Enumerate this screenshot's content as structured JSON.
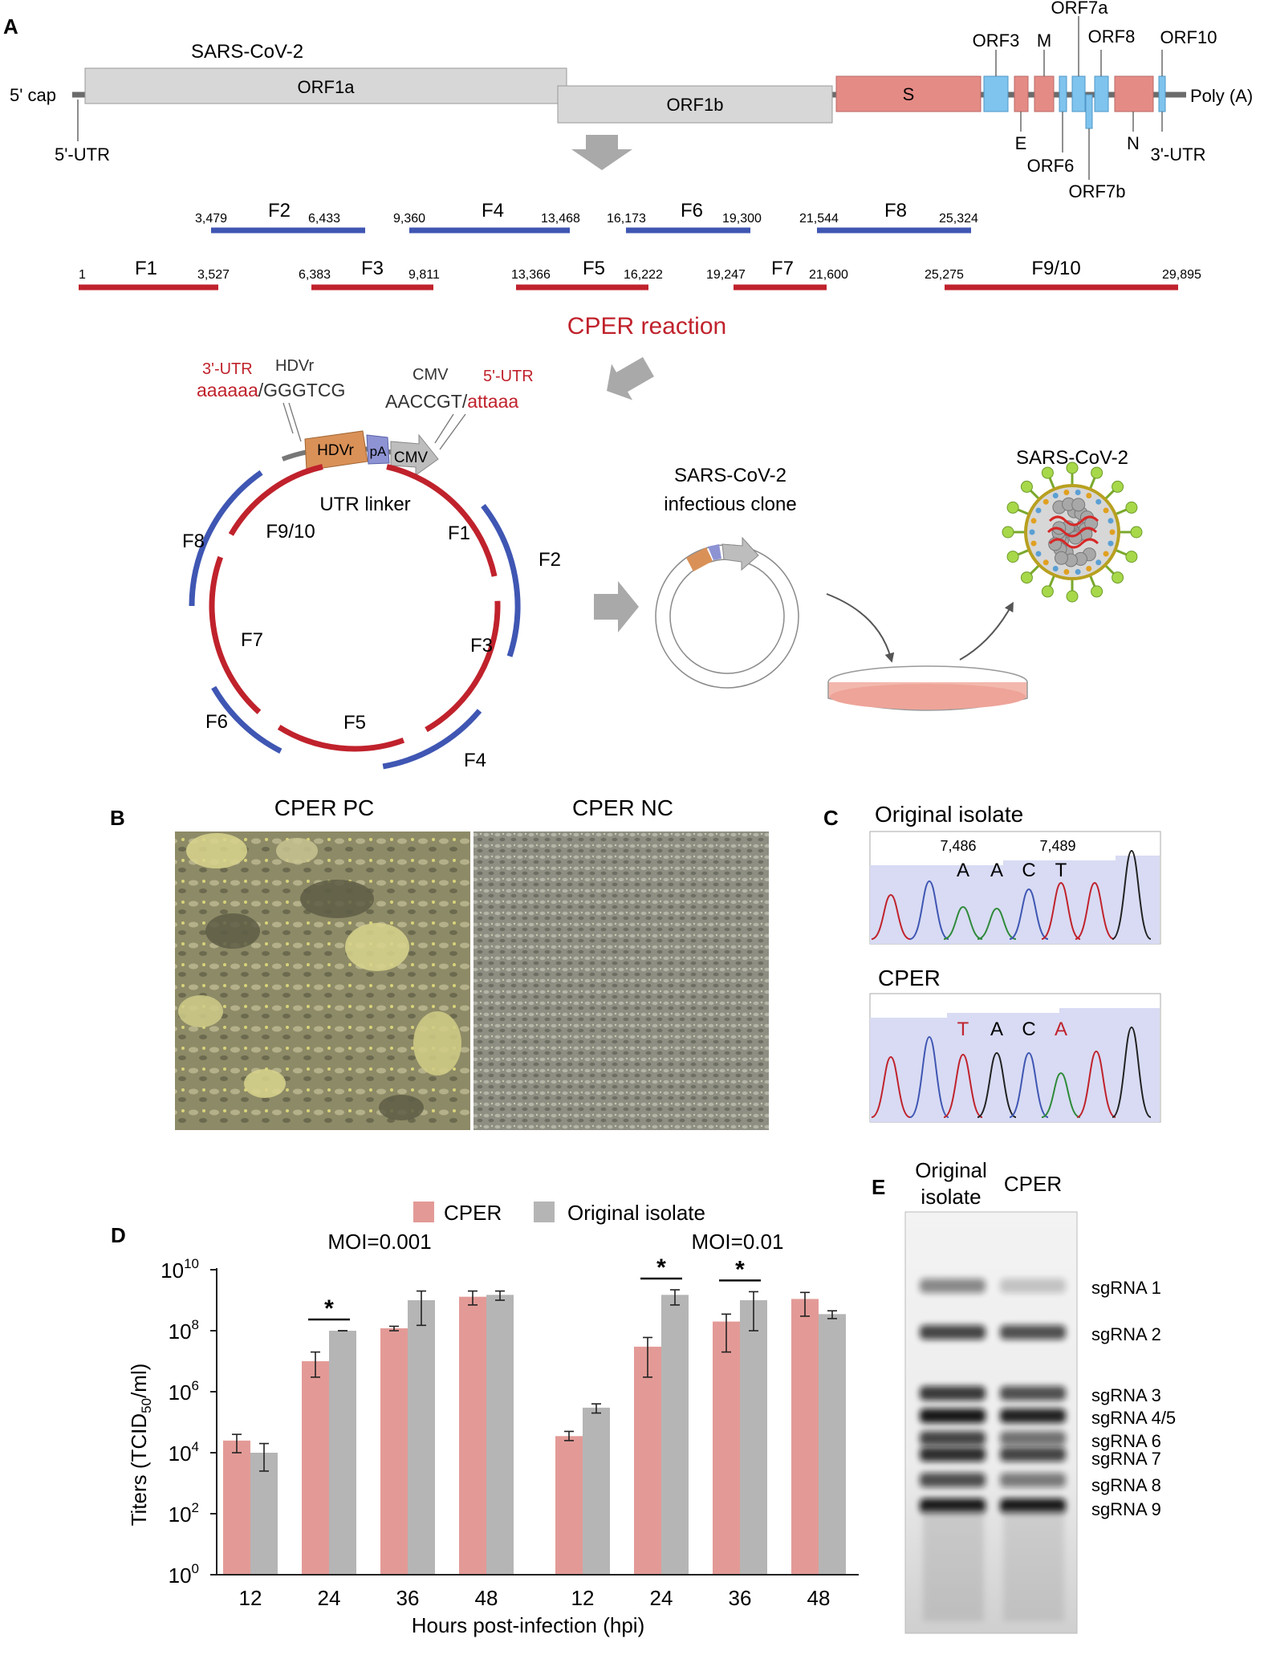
{
  "colors": {
    "red": "#c0222c",
    "blue": "#3f56b3",
    "bar_cper": "#e39a96",
    "bar_orig": "#b5b5b5",
    "genome_gray": "#d7d7d7",
    "s_pink": "#e58b86",
    "orf_blue": "#7fc4ee",
    "hdvr": "#d99158",
    "pa": "#8d93d3",
    "trace_bg": "#d8dbf3"
  },
  "panel_a": {
    "label": "A",
    "title": "SARS-CoV-2",
    "cap": "5' cap",
    "polya": "Poly (A)",
    "utr5": "5'-UTR",
    "utr3": "3'-UTR",
    "orf1a": "ORF1a",
    "orf1b": "ORF1b",
    "s": "S",
    "top_orfs": [
      "ORF3",
      "M",
      "ORF7a",
      "ORF8",
      "ORF10"
    ],
    "bottom_orfs": [
      "E",
      "ORF6",
      "ORF7b",
      "N"
    ],
    "fragments_blue": [
      {
        "name": "F2",
        "start": "3,479",
        "end": "6,433"
      },
      {
        "name": "F4",
        "start": "9,360",
        "end": "13,468"
      },
      {
        "name": "F6",
        "start": "16,173",
        "end": "19,300"
      },
      {
        "name": "F8",
        "start": "21,544",
        "end": "25,324"
      }
    ],
    "fragments_red": [
      {
        "name": "F1",
        "start": "1",
        "end": "3,527"
      },
      {
        "name": "F3",
        "start": "6,383",
        "end": "9,811"
      },
      {
        "name": "F5",
        "start": "13,366",
        "end": "16,222"
      },
      {
        "name": "F7",
        "start": "19,247",
        "end": "21,600"
      },
      {
        "name": "F9/10",
        "start": "25,275",
        "end": "29,895"
      }
    ],
    "cper_reaction": "CPER reaction",
    "linker": {
      "utr3_label": "3'-UTR",
      "hdvr_label": "HDVr",
      "seq_left_red": "aaaaaa",
      "seq_left_black": "/GGGTCG",
      "cmv_label": "CMV",
      "utr5_label": "5'-UTR",
      "seq_right_black": "AACCGT/",
      "seq_right_red": "attaaa",
      "box_hdvr": "HDVr",
      "box_pa": "pA",
      "box_cmv": "CMV",
      "utr_linker": "UTR linker"
    },
    "circle_labels": {
      "f1": "F1",
      "f2": "F2",
      "f3": "F3",
      "f4": "F4",
      "f5": "F5",
      "f6": "F6",
      "f7": "F7",
      "f8": "F8",
      "f910": "F9/10"
    },
    "clone_label_1": "SARS-CoV-2",
    "clone_label_2": "infectious clone",
    "virus_label": "SARS-CoV-2"
  },
  "panel_b": {
    "label": "B",
    "left_title": "CPER PC",
    "right_title": "CPER NC"
  },
  "panel_c": {
    "label": "C",
    "top_title": "Original isolate",
    "pos1": "7,486",
    "pos2": "7,489",
    "top_bases": [
      "A",
      "A",
      "C",
      "T"
    ],
    "bottom_title": "CPER",
    "bottom_bases": [
      "T",
      "A",
      "C",
      "A"
    ]
  },
  "panel_d": {
    "label": "D",
    "legend_cper": "CPER",
    "legend_orig": "Original isolate",
    "moi_left": "MOI=0.001",
    "moi_right": "MOI=0.01",
    "star": "*",
    "ylabel_pre": "Titers (TCID",
    "ylabel_sub": "50",
    "ylabel_post": "/ml)",
    "xlabel": "Hours post-infection (hpi)",
    "ytick_base": "10",
    "yticks_exp": [
      "0",
      "2",
      "4",
      "6",
      "8",
      "10"
    ]
  },
  "panel_e": {
    "label": "E",
    "lane1_line1": "Original",
    "lane1_line2": "isolate",
    "lane2": "CPER",
    "bands": [
      "sgRNA 1",
      "sgRNA 2",
      "sgRNA 3",
      "sgRNA 4/5",
      "sgRNA 6",
      "sgRNA 7",
      "sgRNA 8",
      "sgRNA 9"
    ]
  },
  "chart_data": {
    "type": "bar",
    "xlabel": "Hours post-infection (hpi)",
    "ylabel": "Titers (TCID50/ml)",
    "yscale": "log10",
    "ylim": [
      1,
      10000000000
    ],
    "legend": "top",
    "groups": [
      {
        "title": "MOI=0.001",
        "categories": [
          "12",
          "24",
          "36",
          "48"
        ],
        "series": [
          {
            "name": "CPER",
            "values": [
              25000,
              10000000,
              120000000,
              1300000000
            ],
            "err_low": [
              10000,
              3000000,
              100000000,
              700000000
            ],
            "err_high": [
              40000,
              20000000,
              140000000,
              2000000000
            ]
          },
          {
            "name": "Original isolate",
            "values": [
              10000,
              100000000,
              1000000000,
              1500000000
            ],
            "err_low": [
              2500,
              100000000,
              150000000,
              1000000000
            ],
            "err_high": [
              20000,
              100000000,
              2000000000,
              2000000000
            ]
          }
        ],
        "significant": [
          "24"
        ]
      },
      {
        "title": "MOI=0.01",
        "categories": [
          "12",
          "24",
          "36",
          "48"
        ],
        "series": [
          {
            "name": "CPER",
            "values": [
              35000,
              30000000,
              200000000,
              1100000000
            ],
            "err_low": [
              25000,
              3000000,
              20000000,
              300000000
            ],
            "err_high": [
              50000,
              60000000,
              350000000,
              1800000000
            ]
          },
          {
            "name": "Original isolate",
            "values": [
              300000,
              1500000000,
              1000000000,
              350000000
            ],
            "err_low": [
              200000,
              700000000,
              100000000,
              250000000
            ],
            "err_high": [
              400000,
              2200000000,
              1900000000,
              450000000
            ]
          }
        ],
        "significant": [
          "24",
          "36"
        ]
      }
    ]
  }
}
